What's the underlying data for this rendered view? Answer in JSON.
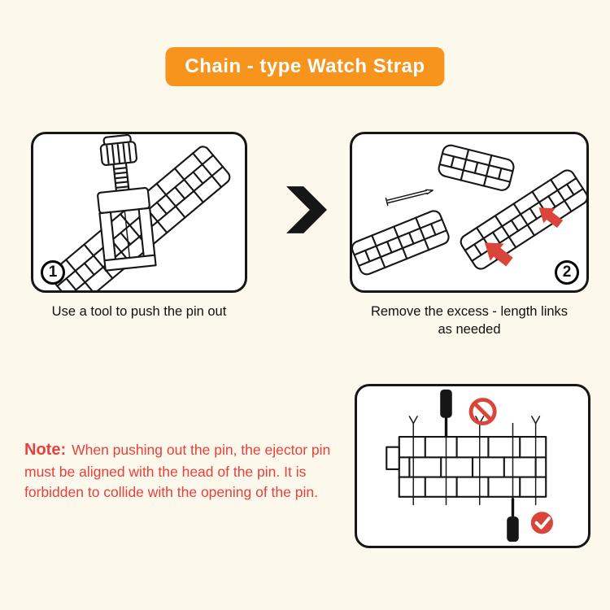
{
  "colors": {
    "background": "#fdf8ec",
    "panel_bg": "#ffffff",
    "line": "#161616",
    "accent_orange": "#f7941d",
    "note_red": "#e8403c",
    "arrow_red": "#d9453a"
  },
  "banner": {
    "title": "Chain - type Watch Strap"
  },
  "steps": [
    {
      "number": "1",
      "caption": "Use a tool to push the pin out"
    },
    {
      "number": "2",
      "caption": "Remove the excess - length links as needed"
    }
  ],
  "note": {
    "label": "Note:",
    "text": "When pushing out the pin, the ejector pin must be aligned with the head of the pin. It is forbidden to collide with the opening of the pin."
  }
}
